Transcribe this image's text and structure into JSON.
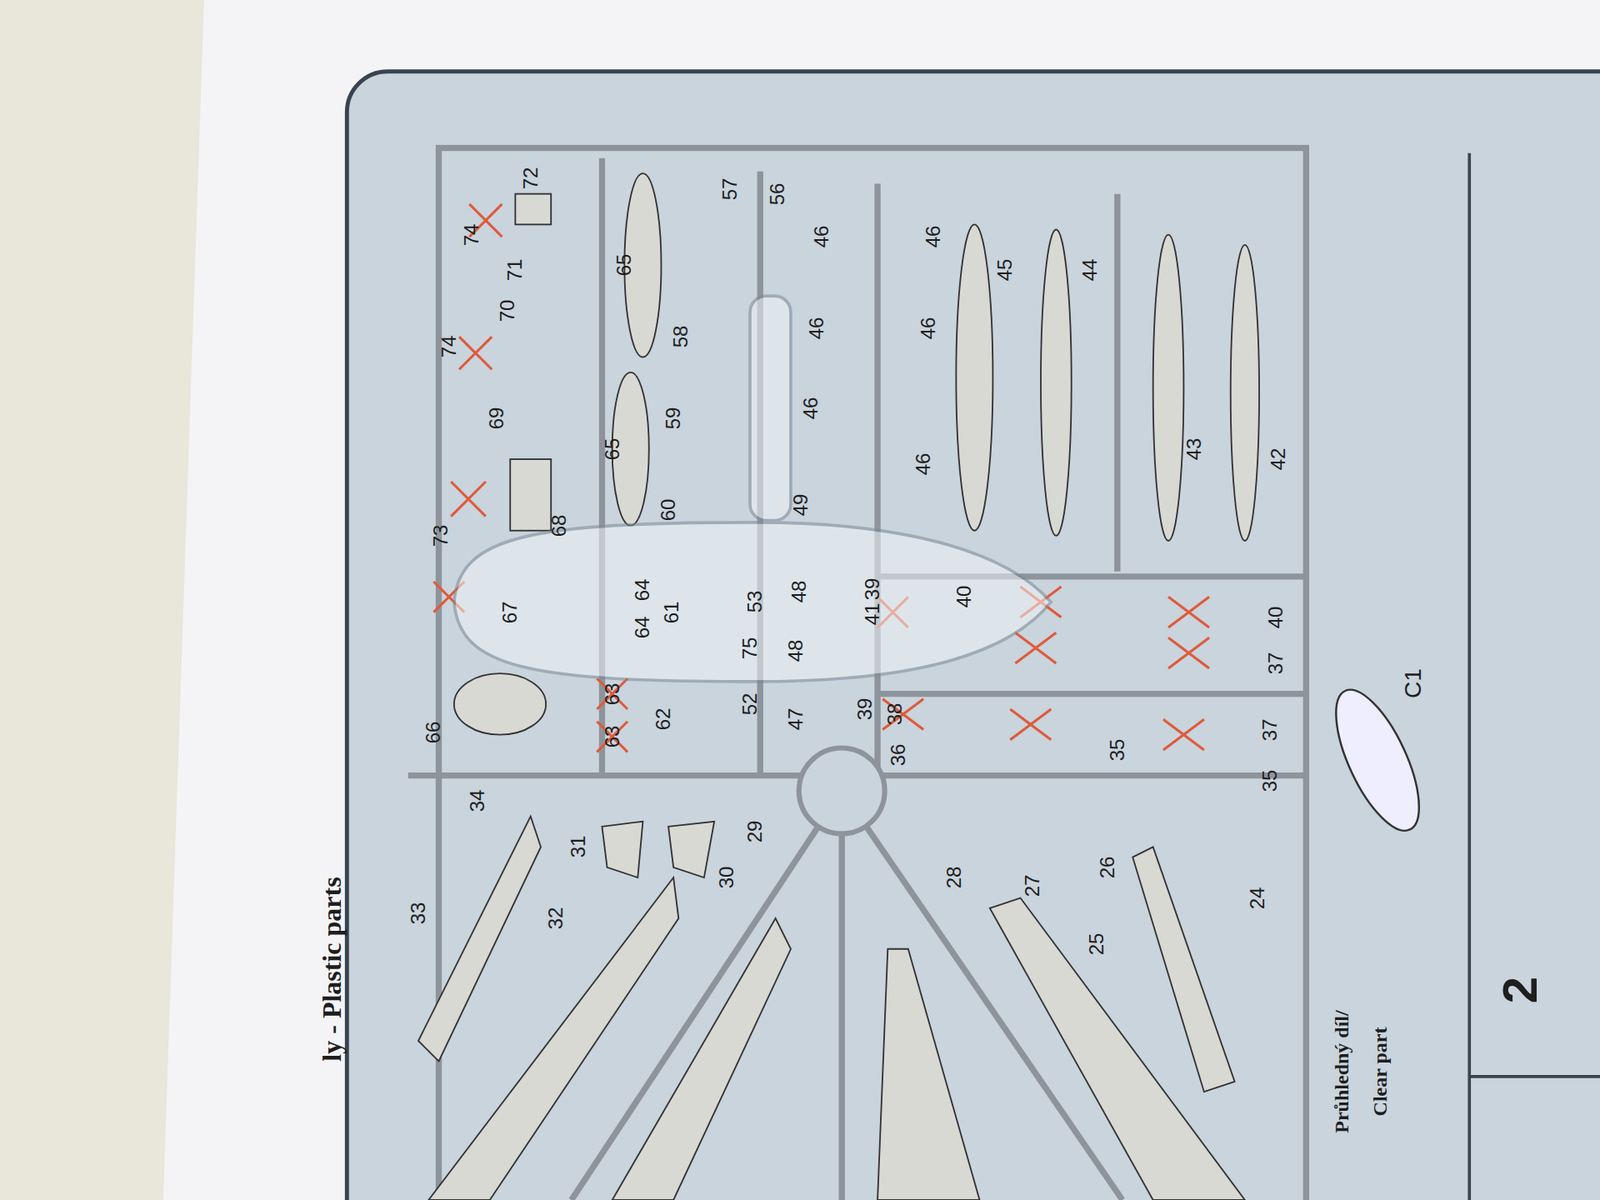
{
  "diagram": {
    "title": "ly - Plastic parts",
    "labels": [
      "72",
      "74",
      "71",
      "65",
      "57",
      "56",
      "46",
      "46",
      "45",
      "44",
      "70",
      "74",
      "58",
      "46",
      "46",
      "69",
      "65",
      "59",
      "46",
      "46",
      "43",
      "42",
      "73",
      "68",
      "60",
      "49",
      "67",
      "64",
      "64",
      "61",
      "53",
      "48",
      "39",
      "41",
      "40",
      "40",
      "37",
      "75",
      "48",
      "63",
      "62",
      "63",
      "52",
      "47",
      "66",
      "39",
      "38",
      "36",
      "35",
      "37",
      "35",
      "34",
      "33",
      "32",
      "31",
      "30",
      "29",
      "28",
      "27",
      "26",
      "25",
      "24",
      "C1",
      "2",
      "Průhledný díl/",
      "Clear part"
    ]
  }
}
